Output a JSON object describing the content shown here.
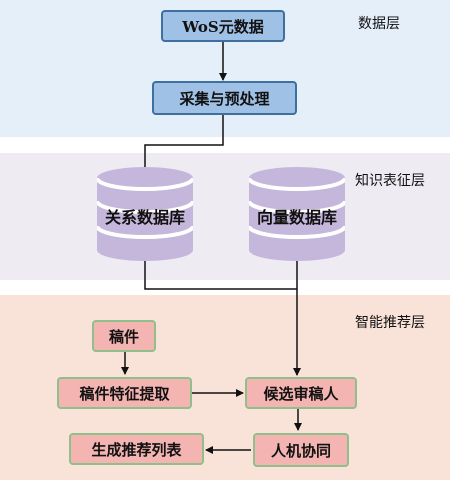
{
  "layers": {
    "data": {
      "title": "数据层"
    },
    "knowledge": {
      "title": "知识表征层"
    },
    "recommendation": {
      "title": "智能推荐层"
    }
  },
  "nodes": {
    "wos": "WoS元数据",
    "preprocess": "采集与预处理",
    "relational_db": "关系数据库",
    "vector_db": "向量数据库",
    "manuscript": "稿件",
    "feature_extraction": "稿件特征提取",
    "candidates": "候选审稿人",
    "collaboration": "人机协同",
    "recommendation_list": "生成推荐列表"
  },
  "colors": {
    "data_layer_bg": "#e4effa",
    "knowledge_layer_bg": "#eeebf2",
    "recommendation_layer_bg": "#f9e3d8",
    "blue_box": "#9fc1e6",
    "pink_box": "#f4b5b2",
    "database": "#c5b6dc"
  }
}
